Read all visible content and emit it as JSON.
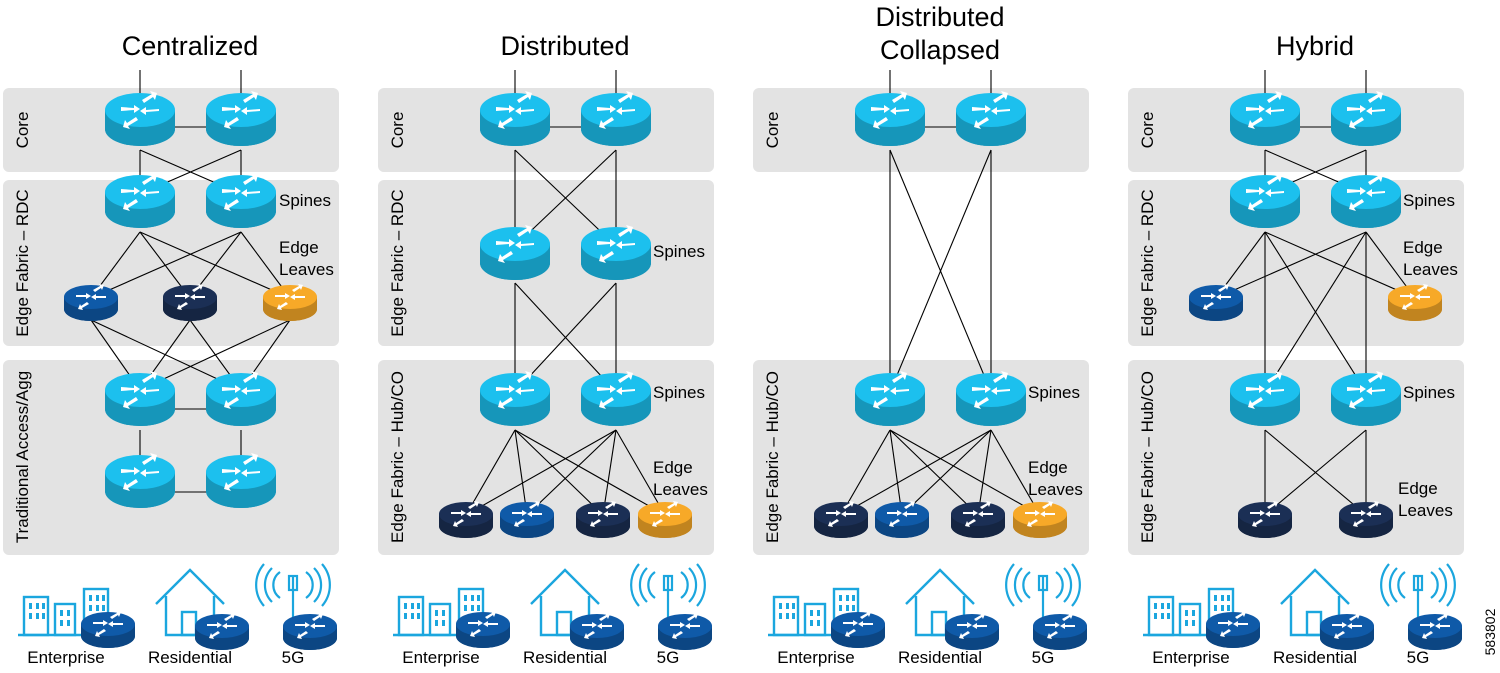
{
  "figure_id": "583802",
  "colors": {
    "router_light": "#1cc0ee",
    "router_blue": "#0f5aa8",
    "router_navy": "#1b2f55",
    "router_orange": "#f7a928",
    "band": "#e3e3e3",
    "endpoint_blue": "#1ba6de"
  },
  "icons": [
    "enterprise-building-icon",
    "residential-house-icon",
    "5g-tower-icon",
    "router-icon"
  ],
  "footer_labels": [
    "Enterprise",
    "Residential",
    "5G"
  ],
  "panels": [
    {
      "title": "Centralized",
      "bands": [
        "Core",
        "Edge Fabric – RDC",
        "Traditional Access/Agg"
      ],
      "annotations": [
        "Spines",
        "Edge",
        "Leaves"
      ]
    },
    {
      "title": "Distributed",
      "bands": [
        "Core",
        "Edge Fabric – RDC",
        "Edge Fabric – Hub/CO"
      ],
      "annotations": [
        "Spines",
        "Spines",
        "Edge",
        "Leaves"
      ]
    },
    {
      "title": "Distributed",
      "title2": "Collapsed",
      "bands": [
        "Core",
        "Edge Fabric – Hub/CO"
      ],
      "annotations": [
        "Spines",
        "Edge",
        "Leaves"
      ]
    },
    {
      "title": "Hybrid",
      "bands": [
        "Core",
        "Edge Fabric – RDC",
        "Edge Fabric – Hub/CO"
      ],
      "annotations": [
        "Spines",
        "Edge",
        "Leaves",
        "Spines",
        "Edge",
        "Leaves"
      ]
    }
  ]
}
